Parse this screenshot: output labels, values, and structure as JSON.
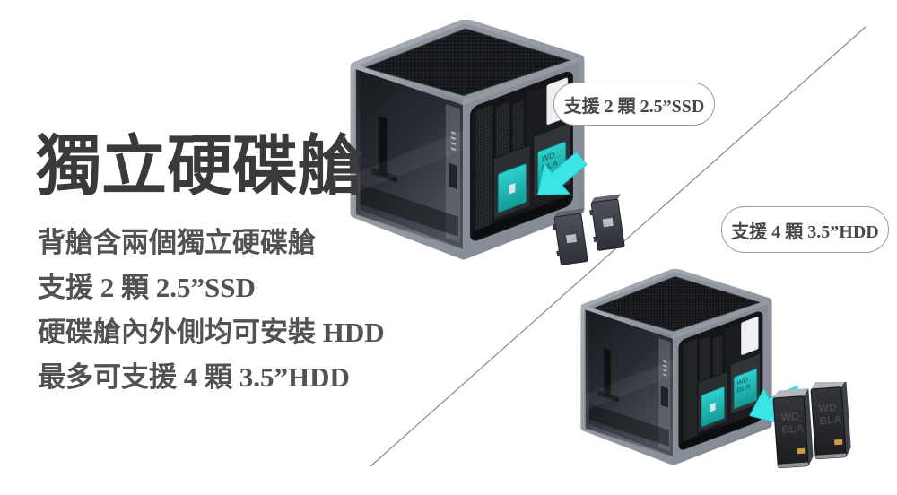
{
  "headline": {
    "title": "獨立硬碟艙",
    "features": [
      "背艙含兩個獨立硬碟艙",
      "支援 2 顆 2.5”SSD",
      "硬碟艙內外側均可安裝 HDD",
      "最多可支援 4 顆 3.5”HDD"
    ]
  },
  "callouts": {
    "ssd_label": "支援 2 顆 2.5”SSD",
    "hdd_label": "支援 4 顆 3.5”HDD"
  },
  "drive_markings": {
    "line1": "WD_",
    "line2": "BLA"
  },
  "colors": {
    "accent_cyan": "#3ce5e5",
    "drive_teal": "#1db5b2",
    "title_text": "#3a3a3c",
    "body_text": "#525254",
    "divider_gray": "#8a8a8a",
    "frame_silver": "#9aa0a8"
  }
}
